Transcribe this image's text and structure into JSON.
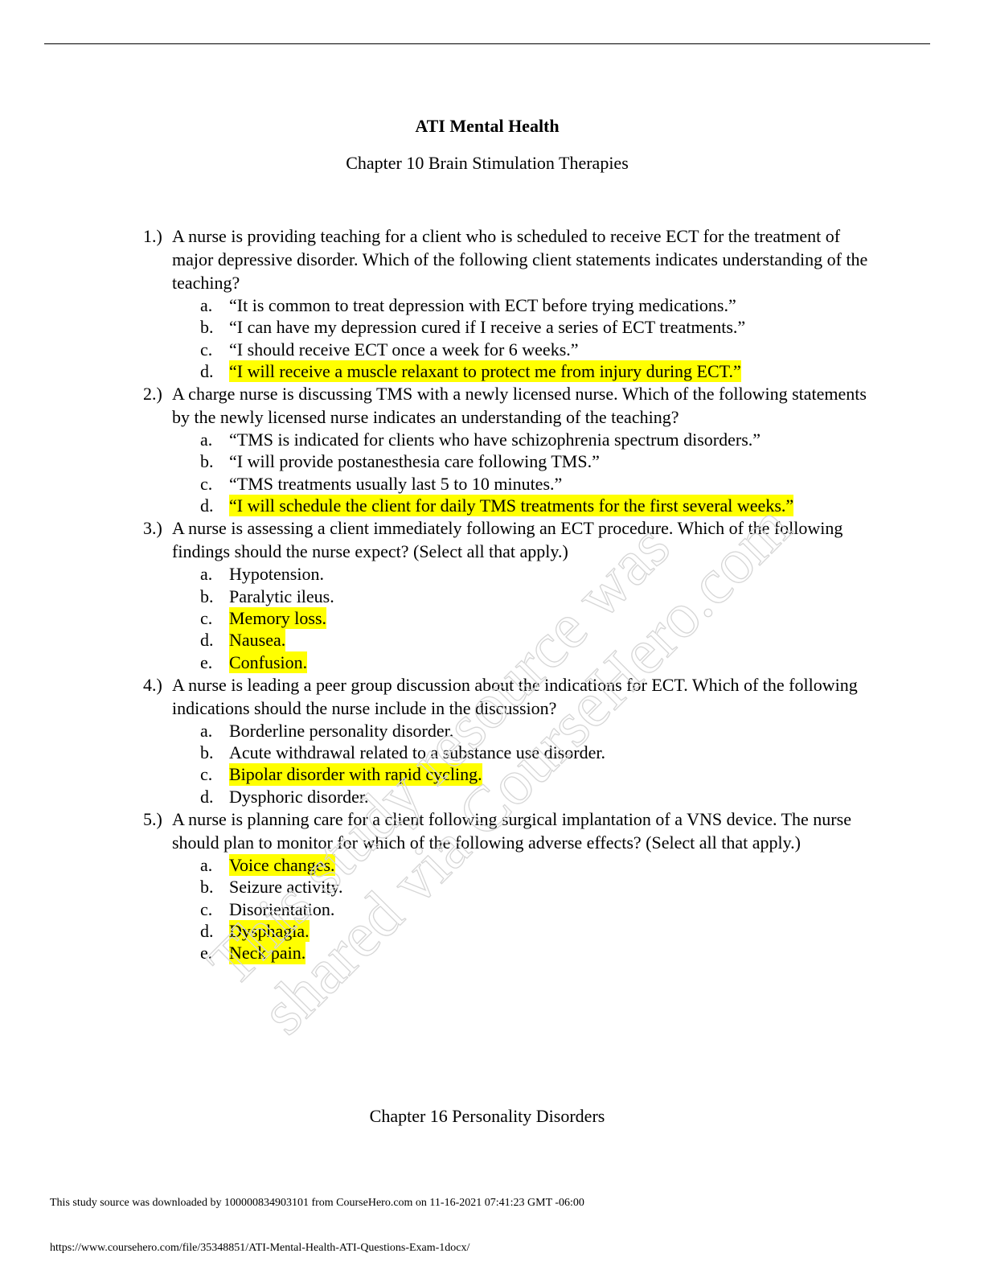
{
  "document": {
    "title": "ATI Mental Health",
    "chapter_10_heading": "Chapter 10 Brain Stimulation Therapies",
    "chapter_16_heading": "Chapter 16 Personality Disorders"
  },
  "questions": [
    {
      "number": "1.)",
      "text": "A nurse is providing teaching for a client who is scheduled to receive ECT for the treatment of major depressive disorder. Which of the following client statements indicates understanding of the teaching?",
      "options": [
        {
          "letter": "a.",
          "text": "“It is common to treat depression with ECT before trying medications.”",
          "highlighted": false
        },
        {
          "letter": "b.",
          "text": "“I can have my depression cured if I receive a series of ECT treatments.”",
          "highlighted": false
        },
        {
          "letter": "c.",
          "text": "“I should receive ECT once a week for 6 weeks.”",
          "highlighted": false
        },
        {
          "letter": "d.",
          "text": "“I will receive a muscle relaxant to protect me from injury during ECT.”",
          "highlighted": true
        }
      ]
    },
    {
      "number": "2.)",
      "text": "A charge nurse is discussing TMS with a newly licensed nurse. Which of the following statements by the newly licensed nurse indicates an understanding of the teaching?",
      "options": [
        {
          "letter": "a.",
          "text": "“TMS is indicated for clients who have schizophrenia spectrum disorders.”",
          "highlighted": false
        },
        {
          "letter": "b.",
          "text": "“I will provide postanesthesia care following TMS.”",
          "highlighted": false
        },
        {
          "letter": "c.",
          "text": "“TMS treatments usually last 5 to 10 minutes.”",
          "highlighted": false
        },
        {
          "letter": "d.",
          "text": "“I will schedule the client for daily TMS treatments for the first several weeks.”",
          "highlighted": true
        }
      ]
    },
    {
      "number": "3.)",
      "text": "A nurse is assessing a client immediately following an ECT procedure. Which of the following findings should the nurse expect? (Select all that apply.)",
      "options": [
        {
          "letter": "a.",
          "text": "Hypotension.",
          "highlighted": false
        },
        {
          "letter": "b.",
          "text": "Paralytic ileus.",
          "highlighted": false
        },
        {
          "letter": "c.",
          "text": "Memory loss.",
          "highlighted": true
        },
        {
          "letter": "d.",
          "text": "Nausea.",
          "highlighted": true
        },
        {
          "letter": "e.",
          "text": "Confusion.",
          "highlighted": true
        }
      ]
    },
    {
      "number": "4.)",
      "text": "A nurse is leading a peer group discussion about the indications for ECT. Which of the following indications should the nurse include in the discussion?",
      "options": [
        {
          "letter": "a.",
          "text": "Borderline personality disorder.",
          "highlighted": false
        },
        {
          "letter": "b.",
          "text": "Acute withdrawal related to a substance use disorder.",
          "highlighted": false
        },
        {
          "letter": "c.",
          "text": "Bipolar disorder with rapid cycling.",
          "highlighted": true
        },
        {
          "letter": "d.",
          "text": "Dysphoric disorder.",
          "highlighted": false
        }
      ]
    },
    {
      "number": "5.)",
      "text": "A nurse is planning care for a client following surgical implantation of a VNS device. The nurse should plan to monitor for which of the following adverse effects? (Select all that apply.)",
      "options": [
        {
          "letter": "a.",
          "text": "Voice changes.",
          "highlighted": true
        },
        {
          "letter": "b.",
          "text": "Seizure activity.",
          "highlighted": false
        },
        {
          "letter": "c.",
          "text": "Disorientation.",
          "highlighted": false
        },
        {
          "letter": "d.",
          "text": "Dysphagia.",
          "highlighted": true
        },
        {
          "letter": "e.",
          "text": "Neck pain.",
          "highlighted": true
        }
      ]
    }
  ],
  "watermark": {
    "line_1": "This study resource was",
    "line_2": "shared via CourseHero.com"
  },
  "footer": {
    "download_notice": "This study source was downloaded by 100000834903101 from CourseHero.com on 11-16-2021 07:41:23 GMT -06:00",
    "url": "https://www.coursehero.com/file/35348851/ATI-Mental-Health-ATI-Questions-Exam-1docx/"
  },
  "colors": {
    "highlight": "#ffff00",
    "watermark": "#e3e3e3"
  }
}
